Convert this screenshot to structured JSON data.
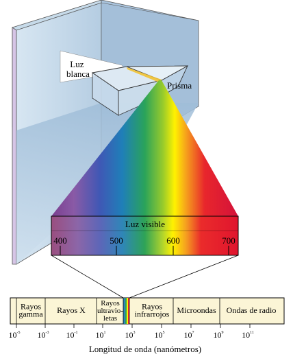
{
  "labels": {
    "white_light": [
      "Luz",
      "blanca"
    ],
    "prism": "Prisma",
    "visible_light": "Luz visible",
    "axis_title": "Longitud de onda (nanómetros)"
  },
  "visible_scale": {
    "ticks": [
      "400",
      "500",
      "600",
      "700"
    ]
  },
  "spectrum_bands": [
    {
      "label": [
        "Rayos",
        "gamma"
      ]
    },
    {
      "label": [
        "Rayos X"
      ]
    },
    {
      "label": [
        "Rayos",
        "ultravio-",
        "letas"
      ]
    },
    {
      "label": [
        "Rayos",
        "infrarrojos"
      ]
    },
    {
      "label": [
        "Microondas"
      ]
    },
    {
      "label": [
        "Ondas de radio"
      ]
    }
  ],
  "wavelength_axis": {
    "ticks": [
      {
        "base": "10",
        "exp": "-5"
      },
      {
        "base": "10",
        "exp": "-3"
      },
      {
        "base": "10",
        "exp": "-1"
      },
      {
        "base": "10",
        "exp": "1"
      },
      {
        "base": "10",
        "exp": "3"
      },
      {
        "base": "10",
        "exp": "5"
      },
      {
        "base": "10",
        "exp": "7"
      },
      {
        "base": "10",
        "exp": "9"
      },
      {
        "base": "10",
        "exp": "11"
      }
    ]
  },
  "colors": {
    "screen_face": "#cfe0ef",
    "screen_wall": "#a9c3dc",
    "shadow": "#8fb0cf",
    "prism": "#d9e8f3",
    "spectrum_band_bg": "#fbf5d6"
  }
}
